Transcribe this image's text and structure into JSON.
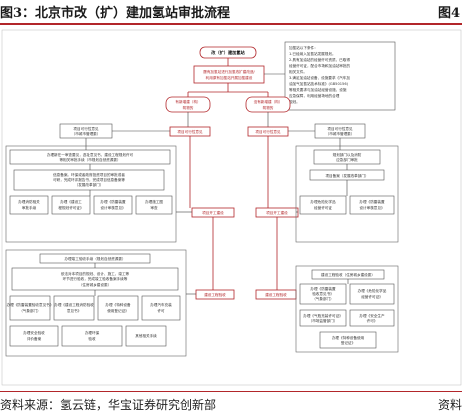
{
  "header": {
    "title": "图3：北京市改（扩）建加氢站审批流程",
    "right": "图4"
  },
  "footer": {
    "source": "资料来源：氢云链，华宝证券研究创新部",
    "right": "资料"
  },
  "diagram": {
    "start": "改（扩）建加氢站",
    "intro": [
      "履有加氢站进行加氢改扩建改造/",
      "利用原有加氢站开展加氢建设"
    ],
    "notes": [
      "加氢站以下条件：",
      "1.已经纳入加氢站发展规划。",
      "2.具有加油站的经营许可资质，已取得",
      "经营许可证，配合市场和加油站审批的",
      "相关文件。",
      "3.满足加油站设备、设施要求《汽车加",
      "油加气加氢站技术标准》(GB50156)",
      "等相关要求与加油站经营设施，设施",
      "应急保障，利用经营场地的合理",
      "规划。"
    ],
    "branch_left": [
      "有新增建（构）",
      "筑物的"
    ],
    "branch_right": [
      "没有新增建（构）",
      "筑物的"
    ],
    "pre_left": "项目可行性意见",
    "pre_left_sub": "（市城市管理委）",
    "pre_center": "项目可行性意见",
    "pre_right": "项目可行性意见",
    "pre_far": "项目可行性意见",
    "pre_far_sub": "（市城市管理委）",
    "left_main": [
      "办理新在一审查要见，选址意见书，建设工程规划许可",
      "等相关审批手续（市规划自然资源委）"
    ],
    "left_sub": [
      "信息备案。环保或者政府投资项目的审批或者",
      "可研，完成环评报告书，完成项目信息备案等",
      "（发展改革部门）"
    ],
    "left_row1": [
      [
        "办理消防相关",
        "审批手续"
      ],
      [
        "办理《建设工",
        "程规划许可证》"
      ],
      [
        "办理《防雷装置",
        "设计审核意见》"
      ],
      [
        "办理施工图",
        "审查"
      ]
    ],
    "mid_process": "项目开工建设",
    "right_side": [
      "规划部门以及消防",
      "应急部门审批"
    ],
    "right_sub": "项目备案（发展改革部门）",
    "right_row1": [
      [
        "办理危险化学品",
        "经营许可证"
      ],
      [
        "办理《防雷装置",
        "设计审核意见》"
      ]
    ],
    "right_mid": "项目开工建设",
    "center_recv": "办理竣工验收手续（规划自然资源委）",
    "center_left_big": [
      "依法对本项目的规划、设计、施工、竣工等",
      "环节进行验收，完成竣工验收备案手续等",
      "（住房城乡建设委）"
    ],
    "center_row2": [
      [
        "办理《防雷装置验收意见书》",
        "（气象部门）"
      ],
      [
        "办理《建设工程消防验收",
        "意见书》"
      ],
      [
        "办理《特种设备",
        "使用登记证》"
      ],
      [
        "办理汽车充装",
        "许可"
      ]
    ],
    "center_row3": [
      [
        "办理安全验收",
        "评价备案"
      ],
      [
        "办理环保",
        "验收"
      ],
      [
        "其他相关手续"
      ]
    ],
    "build_box": "建设工程验收",
    "final": "建设工程验收",
    "right_box": "建设工程验收（住房城乡建设委）",
    "right_items": [
      [
        "办理《防雷装置",
        "验收意见书》",
        "（气象部门）"
      ],
      [
        "办理《危险化学品",
        "经营许可证》"
      ],
      [
        "办理《气瓶充装许可证》",
        "（市场监管部门）"
      ],
      [
        "办理《安全生产",
        "许可》"
      ],
      [
        "办理《特种设备使用",
        "登记证》"
      ]
    ]
  }
}
